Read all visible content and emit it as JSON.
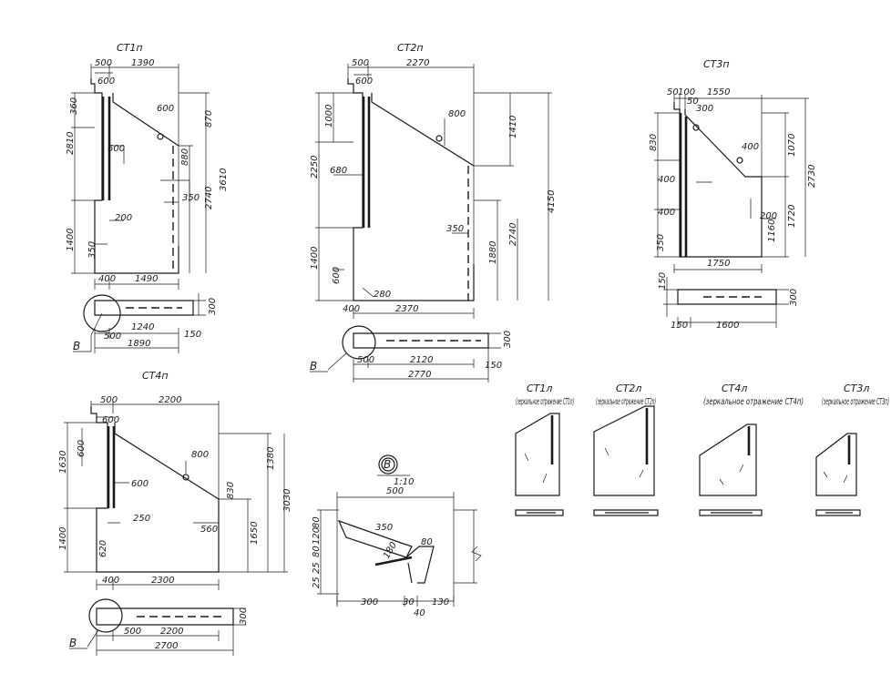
{
  "panels": [
    {
      "key": "st1p",
      "title": "CT1п",
      "dims": [
        "500",
        "1390",
        "600",
        "360",
        "600",
        "2810",
        "600",
        "880",
        "870",
        "3610",
        "350",
        "2740",
        "1400",
        "200",
        "350",
        "400",
        "1490"
      ],
      "section": [
        "1240",
        "500",
        "1890",
        "150",
        "300"
      ],
      "callout": "B"
    },
    {
      "key": "st2p",
      "title": "CT2п",
      "dims": [
        "500",
        "2270",
        "600",
        "1000",
        "800",
        "1410",
        "2250",
        "680",
        "4150",
        "350",
        "1400",
        "1880",
        "2740",
        "600",
        "280",
        "400",
        "2370"
      ],
      "section": [
        "500",
        "2120",
        "2770",
        "150",
        "300"
      ],
      "callout": "B"
    },
    {
      "key": "st3p",
      "title": "CT3п",
      "dims": [
        "50",
        "100",
        "1550",
        "50",
        "300",
        "830",
        "400",
        "1070",
        "2730",
        "400",
        "400",
        "200",
        "1720",
        "350",
        "1160",
        "1750"
      ],
      "section": [
        "150",
        "150",
        "1600",
        "300"
      ],
      "callout": ""
    },
    {
      "key": "st4p",
      "title": "CT4п",
      "dims": [
        "500",
        "2200",
        "600",
        "600",
        "1630",
        "800",
        "1380",
        "3030",
        "600",
        "830",
        "250",
        "560",
        "1650",
        "1400",
        "620",
        "400",
        "2300"
      ],
      "section": [
        "500",
        "2200",
        "2700",
        "300"
      ],
      "callout": "B"
    }
  ],
  "detail": {
    "label": "B",
    "scale": "1:10",
    "dims": [
      "500",
      "350",
      "80",
      "180",
      "80",
      "120",
      "80",
      "25",
      "25",
      "300",
      "30",
      "130",
      "40"
    ]
  },
  "mirrors": [
    {
      "title": "CT1л",
      "note": "(зеркальное отражение CT1п)"
    },
    {
      "title": "CT2л",
      "note": "(зеркальное отражение CT2п)"
    },
    {
      "title": "CT4л",
      "note": "(зеркальное отражение CT4п)"
    },
    {
      "title": "CT3л",
      "note": "(зеркальное отражение CT3п)"
    }
  ]
}
